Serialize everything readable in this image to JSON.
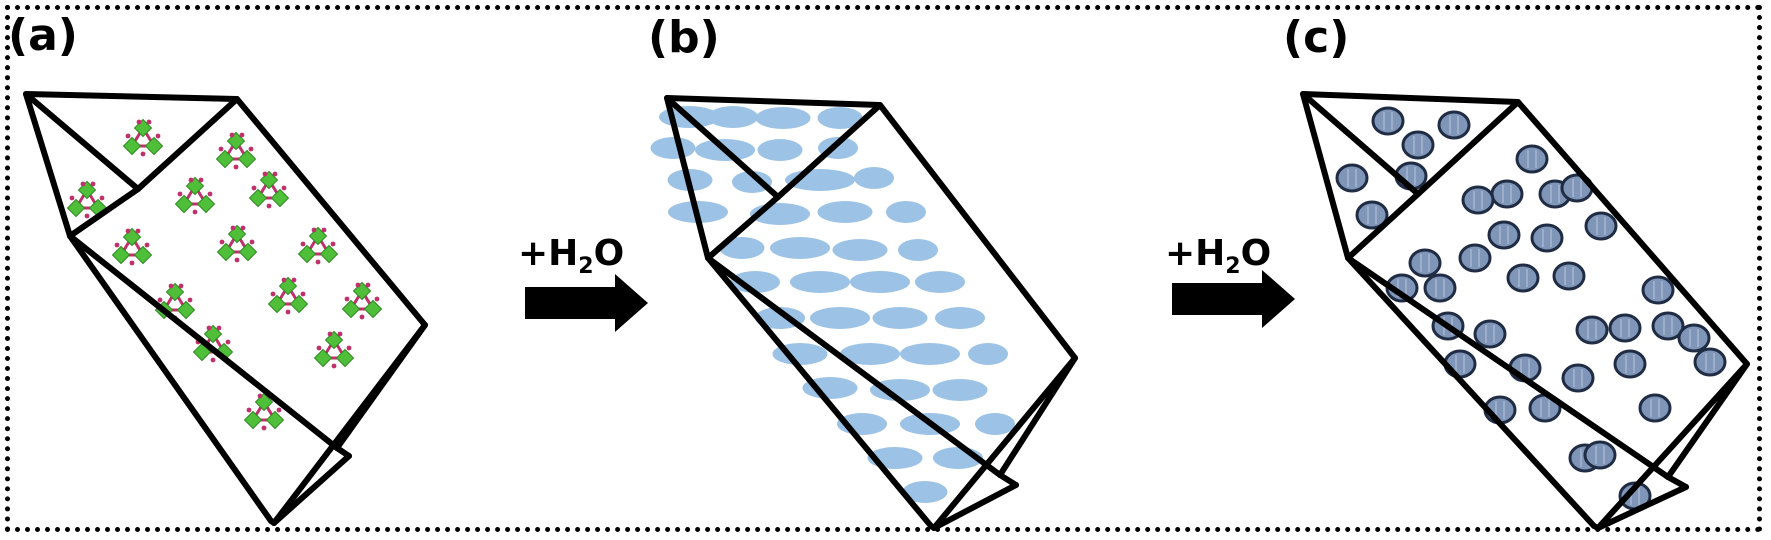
{
  "figure": {
    "panels": [
      {
        "label": "(a)"
      },
      {
        "label": "(b)"
      },
      {
        "label": "(c)"
      }
    ],
    "steps": [
      {
        "reagent_prefix": "+H",
        "reagent_sub": "2",
        "reagent_suffix": "O"
      },
      {
        "reagent_prefix": "+H",
        "reagent_sub": "2",
        "reagent_suffix": "O"
      }
    ],
    "colors": {
      "cluster_green": "#4fbf3a",
      "cluster_link": "#c0306a",
      "water_blue": "#9cc3e6",
      "pore_fill": "#7f96b8",
      "pore_stroke": "#1f2c44"
    },
    "icons": [
      "crystal-prism",
      "arrow-right"
    ]
  }
}
